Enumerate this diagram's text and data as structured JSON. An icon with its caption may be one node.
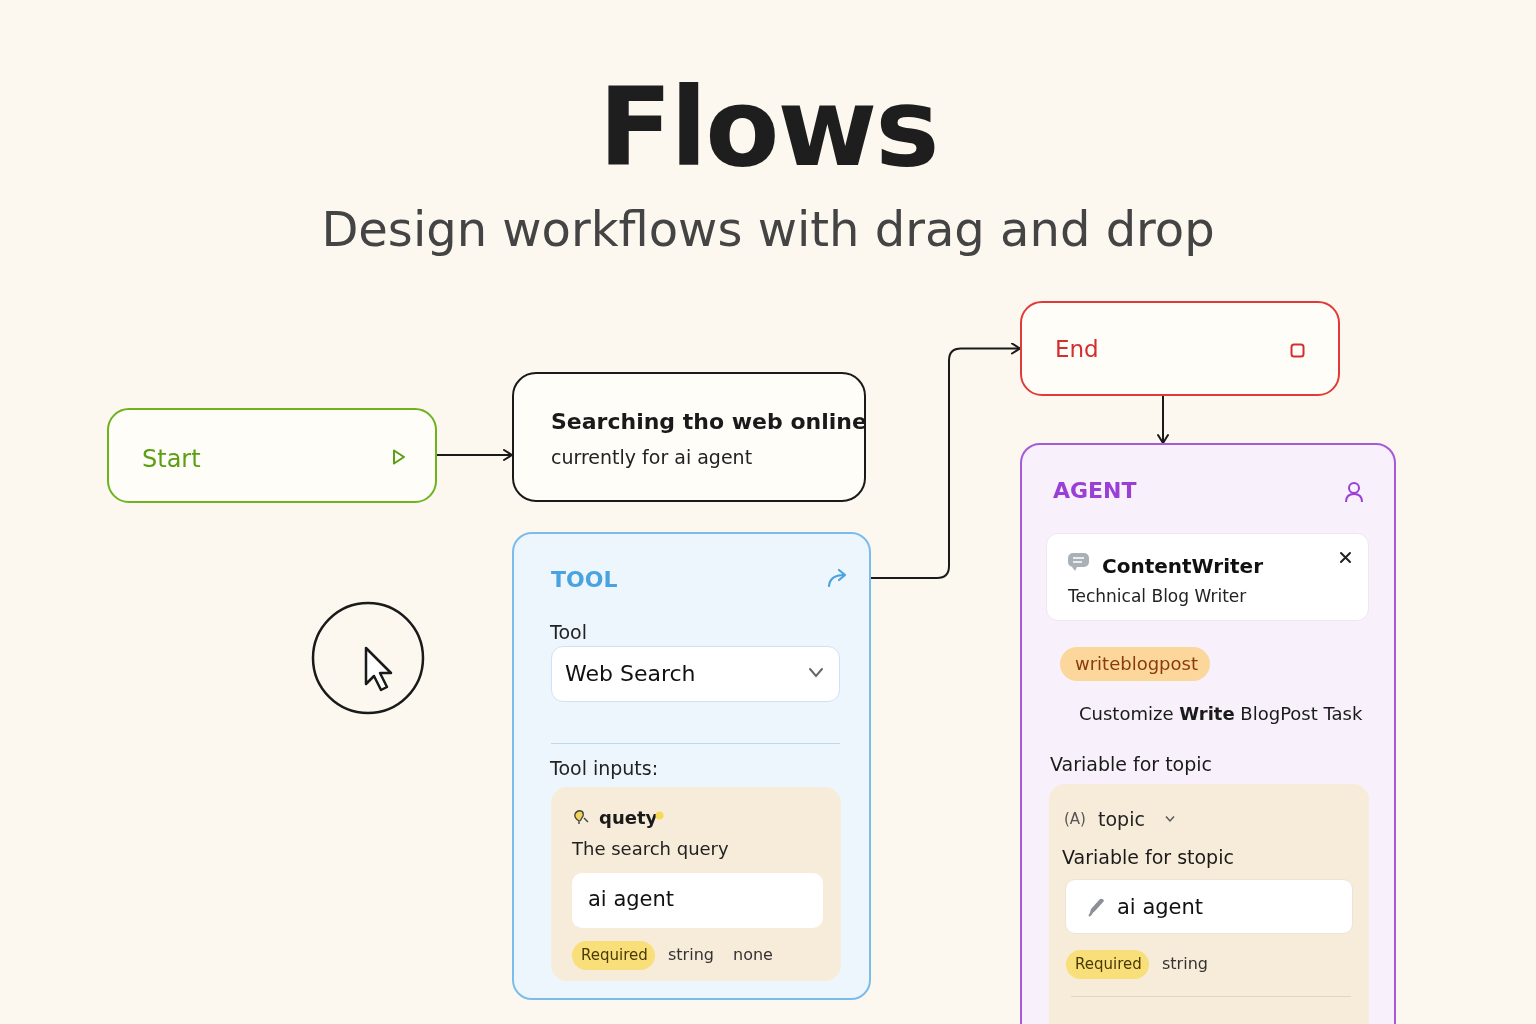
{
  "diagram": {
    "title": "Flows",
    "nodes": [
      {
        "text": [
          "Start"
        ]
      },
      {
        "text": [
          "Searching tho web online",
          "currently for ai agent"
        ]
      },
      {
        "text": [
          "TOOL",
          "Tool",
          "Tool inputs:"
        ]
      },
      {
        "text": [
          "Web Search"
        ],
        "in": 2
      },
      {
        "text": [
          "quety",
          "The search query",
          "string",
          "none"
        ],
        "in": 2
      },
      {
        "text": [
          "ai agent"
        ],
        "in": 4
      },
      {
        "text": [
          "Required"
        ],
        "in": 4
      },
      {
        "text": [
          "End"
        ]
      },
      {
        "text": [
          "AGENT",
          "Customize **Write** BlogPost Task",
          "Variable for topic"
        ]
      },
      {
        "text": [
          "ContentWriter",
          "Technical Blog Writer"
        ],
        "in": 8
      },
      {
        "text": [
          "writeblogpost"
        ],
        "in": 8
      },
      {
        "text": [
          "(A)",
          "topic",
          "Variable for stopic",
          "string"
        ],
        "in": 8
      },
      {
        "text": [
          "ai agent"
        ],
        "in": 11
      },
      {
        "text": [
          "Required"
        ],
        "in": 11
      }
    ],
    "edges": [
      {
        "from": 0,
        "to": 1,
        "arrow": "to"
      },
      {
        "from": 2,
        "to": 7,
        "arrow": "to"
      },
      {
        "from": 7,
        "to": 8,
        "arrow": "to"
      }
    ],
    "labels": [
      "Design workflows with drag and drop"
    ]
  }
}
